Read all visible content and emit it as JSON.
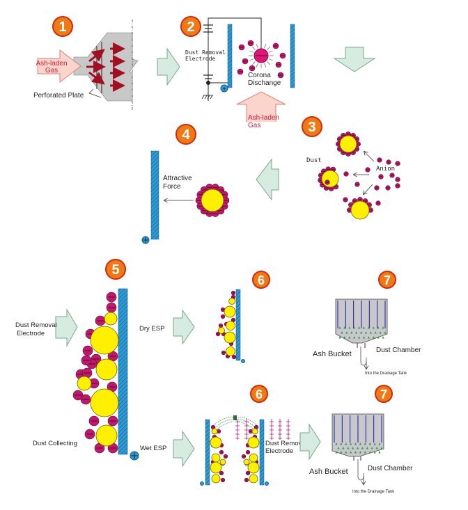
{
  "title": "Electrostatic Precipitator (ESP) process steps",
  "colors": {
    "badge_fill": "#ef7a15",
    "badge_border": "#d02a0a",
    "plate_blue": "#2e9bd6",
    "dust_yellow": "#ffef00",
    "anion_magenta": "#c0186c",
    "flow_arrow_fill": "#d6ece0",
    "flow_arrow_stroke": "#7aa690",
    "gas_arrow_fill": "#fbd5cc",
    "gas_arrow_stroke": "#e08070",
    "gas_text": "#d0203a",
    "chamber_gray": "#c8c8cc",
    "electrode_line": "#1a1aa0",
    "droplet_green": "#3a9a50"
  },
  "steps": [
    {
      "number": "1"
    },
    {
      "number": "2"
    },
    {
      "number": "3"
    },
    {
      "number": "4"
    },
    {
      "number": "5"
    },
    {
      "number": "6"
    },
    {
      "number": "7"
    },
    {
      "number": "6"
    },
    {
      "number": "7"
    }
  ],
  "step1": {
    "gas_label_line1": "Ash-laden",
    "gas_label_line2": "Gas",
    "plate_label": "Perforated Plate"
  },
  "step2": {
    "electrode_line1": "Dust Removal",
    "electrode_line2": "Electrode",
    "corona_line1": "Corona",
    "corona_line2": "Dischange",
    "gas_label_line1": "Ash-laden",
    "gas_label_line2": "Gas",
    "plus_symbol": "+"
  },
  "step3": {
    "dust_label": "Dust",
    "anion_label": "Anion"
  },
  "step4": {
    "force_line1": "Attractive",
    "force_line2": "Force"
  },
  "step5": {
    "electrode_line1": "Dust Removal",
    "electrode_line2": "Electrode",
    "collecting_label": "Dust Collecting",
    "dry_label": "Dry ESP",
    "wet_label": "Wet ESP"
  },
  "step6_wet": {
    "electrode_line1": "Dust Removal",
    "electrode_line2": "Electrode"
  },
  "step7_dry": {
    "ash_bucket": "Ash Bucket",
    "dust_chamber": "Dust Chamber",
    "drain": "Into the Drainage Tank"
  },
  "step7_wet": {
    "ash_bucket": "Ash Bucket",
    "dust_chamber": "Dust Chamber",
    "drain": "Into the Drainage Tank"
  }
}
